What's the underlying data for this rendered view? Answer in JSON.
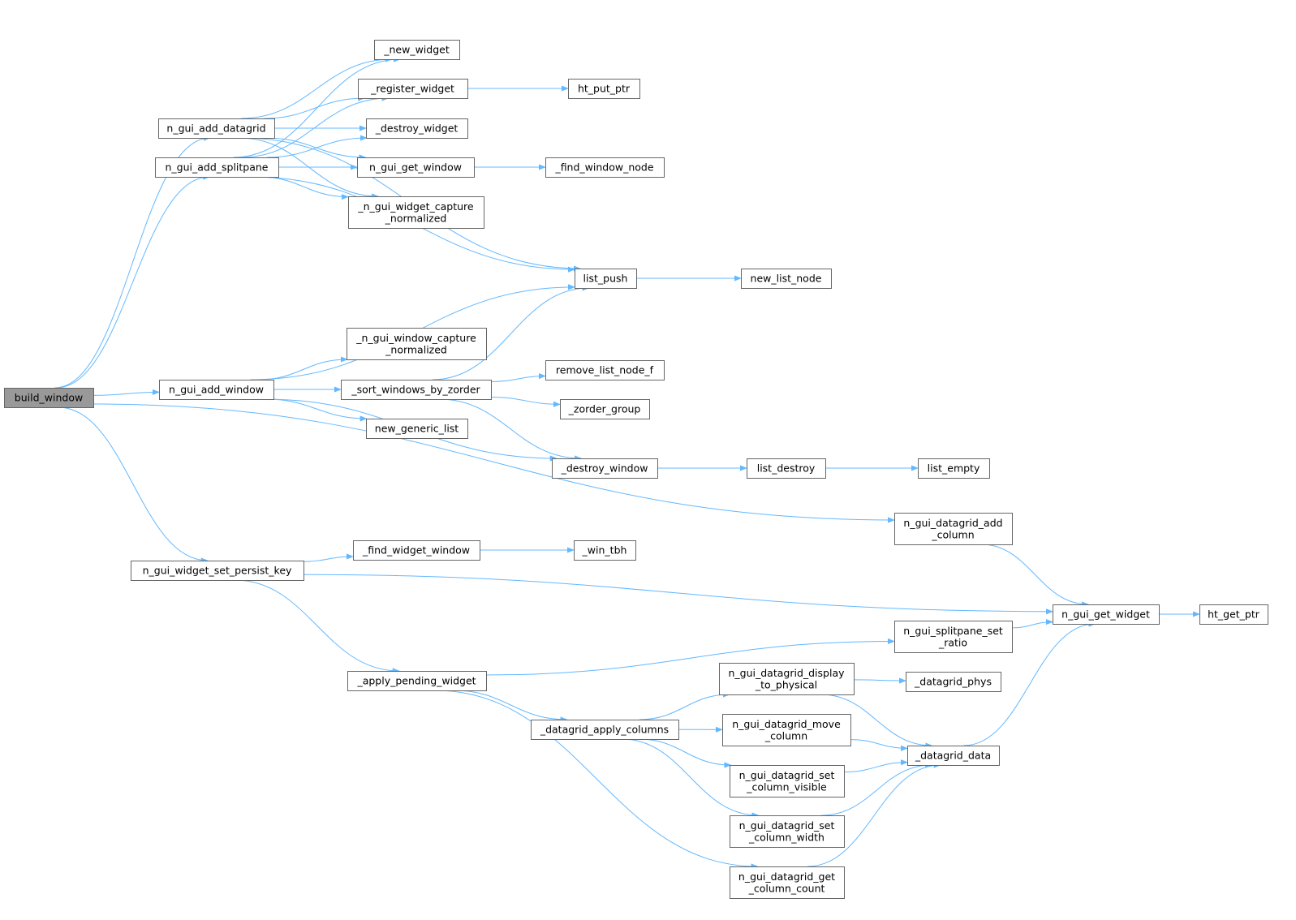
{
  "diagram": {
    "type": "call-graph",
    "colors": {
      "edge": "#63b8ff",
      "node_border": "#666666",
      "node_fill": "#ffffff",
      "root_fill": "#999999"
    },
    "nodes": [
      {
        "id": "build_window",
        "lines": [
          "build_window"
        ],
        "root": true
      },
      {
        "id": "n_gui_add_datagrid",
        "lines": [
          "n_gui_add_datagrid"
        ]
      },
      {
        "id": "n_gui_add_splitpane",
        "lines": [
          "n_gui_add_splitpane"
        ]
      },
      {
        "id": "n_gui_add_window",
        "lines": [
          "n_gui_add_window"
        ]
      },
      {
        "id": "n_gui_widget_set_persist_key",
        "lines": [
          "n_gui_widget_set_persist_key"
        ]
      },
      {
        "id": "_new_widget",
        "lines": [
          "_new_widget"
        ]
      },
      {
        "id": "_register_widget",
        "lines": [
          "_register_widget"
        ]
      },
      {
        "id": "_destroy_widget",
        "lines": [
          "_destroy_widget"
        ]
      },
      {
        "id": "n_gui_get_window",
        "lines": [
          "n_gui_get_window"
        ]
      },
      {
        "id": "_n_gui_widget_capture_normalized",
        "lines": [
          "_n_gui_widget_capture",
          "_normalized"
        ]
      },
      {
        "id": "_n_gui_window_capture_normalized",
        "lines": [
          "_n_gui_window_capture",
          "_normalized"
        ]
      },
      {
        "id": "_sort_windows_by_zorder",
        "lines": [
          "_sort_windows_by_zorder"
        ]
      },
      {
        "id": "new_generic_list",
        "lines": [
          "new_generic_list"
        ]
      },
      {
        "id": "_find_widget_window",
        "lines": [
          "_find_widget_window"
        ]
      },
      {
        "id": "_apply_pending_widget",
        "lines": [
          "_apply_pending_widget"
        ]
      },
      {
        "id": "ht_put_ptr",
        "lines": [
          "ht_put_ptr"
        ]
      },
      {
        "id": "_find_window_node",
        "lines": [
          "_find_window_node"
        ]
      },
      {
        "id": "list_push",
        "lines": [
          "list_push"
        ]
      },
      {
        "id": "remove_list_node_f",
        "lines": [
          "remove_list_node_f"
        ]
      },
      {
        "id": "_zorder_group",
        "lines": [
          "_zorder_group"
        ]
      },
      {
        "id": "_destroy_window",
        "lines": [
          "_destroy_window"
        ]
      },
      {
        "id": "_win_tbh",
        "lines": [
          "_win_tbh"
        ]
      },
      {
        "id": "_datagrid_apply_columns",
        "lines": [
          "_datagrid_apply_columns"
        ]
      },
      {
        "id": "new_list_node",
        "lines": [
          "new_list_node"
        ]
      },
      {
        "id": "list_destroy",
        "lines": [
          "list_destroy"
        ]
      },
      {
        "id": "n_gui_datagrid_display_to_physical",
        "lines": [
          "n_gui_datagrid_display",
          "_to_physical"
        ]
      },
      {
        "id": "n_gui_datagrid_move_column",
        "lines": [
          "n_gui_datagrid_move",
          "_column"
        ]
      },
      {
        "id": "n_gui_datagrid_set_column_visible",
        "lines": [
          "n_gui_datagrid_set",
          "_column_visible"
        ]
      },
      {
        "id": "n_gui_datagrid_set_column_width",
        "lines": [
          "n_gui_datagrid_set",
          "_column_width"
        ]
      },
      {
        "id": "n_gui_datagrid_get_column_count",
        "lines": [
          "n_gui_datagrid_get",
          "_column_count"
        ]
      },
      {
        "id": "n_gui_datagrid_add_column",
        "lines": [
          "n_gui_datagrid_add",
          "_column"
        ]
      },
      {
        "id": "n_gui_splitpane_set_ratio",
        "lines": [
          "n_gui_splitpane_set",
          "_ratio"
        ]
      },
      {
        "id": "_datagrid_phys",
        "lines": [
          "_datagrid_phys"
        ]
      },
      {
        "id": "_datagrid_data",
        "lines": [
          "_datagrid_data"
        ]
      },
      {
        "id": "list_empty",
        "lines": [
          "list_empty"
        ]
      },
      {
        "id": "n_gui_get_widget",
        "lines": [
          "n_gui_get_widget"
        ]
      },
      {
        "id": "ht_get_ptr",
        "lines": [
          "ht_get_ptr"
        ]
      }
    ],
    "edges": [
      [
        "build_window",
        "n_gui_add_datagrid"
      ],
      [
        "build_window",
        "n_gui_add_splitpane"
      ],
      [
        "build_window",
        "n_gui_add_window"
      ],
      [
        "build_window",
        "n_gui_widget_set_persist_key"
      ],
      [
        "build_window",
        "n_gui_datagrid_add_column"
      ],
      [
        "n_gui_add_datagrid",
        "_new_widget"
      ],
      [
        "n_gui_add_datagrid",
        "_register_widget"
      ],
      [
        "n_gui_add_datagrid",
        "_destroy_widget"
      ],
      [
        "n_gui_add_datagrid",
        "n_gui_get_window"
      ],
      [
        "n_gui_add_datagrid",
        "_n_gui_widget_capture_normalized"
      ],
      [
        "n_gui_add_datagrid",
        "list_push"
      ],
      [
        "n_gui_add_splitpane",
        "_new_widget"
      ],
      [
        "n_gui_add_splitpane",
        "_register_widget"
      ],
      [
        "n_gui_add_splitpane",
        "_destroy_widget"
      ],
      [
        "n_gui_add_splitpane",
        "n_gui_get_window"
      ],
      [
        "n_gui_add_splitpane",
        "_n_gui_widget_capture_normalized"
      ],
      [
        "n_gui_add_splitpane",
        "list_push"
      ],
      [
        "_register_widget",
        "ht_put_ptr"
      ],
      [
        "n_gui_get_window",
        "_find_window_node"
      ],
      [
        "n_gui_add_window",
        "list_push"
      ],
      [
        "n_gui_add_window",
        "_n_gui_window_capture_normalized"
      ],
      [
        "n_gui_add_window",
        "_sort_windows_by_zorder"
      ],
      [
        "n_gui_add_window",
        "new_generic_list"
      ],
      [
        "n_gui_add_window",
        "_destroy_window"
      ],
      [
        "_sort_windows_by_zorder",
        "list_push"
      ],
      [
        "_sort_windows_by_zorder",
        "remove_list_node_f"
      ],
      [
        "_sort_windows_by_zorder",
        "_zorder_group"
      ],
      [
        "_sort_windows_by_zorder",
        "_destroy_window"
      ],
      [
        "list_push",
        "new_list_node"
      ],
      [
        "_destroy_window",
        "list_destroy"
      ],
      [
        "list_destroy",
        "list_empty"
      ],
      [
        "n_gui_widget_set_persist_key",
        "_find_widget_window"
      ],
      [
        "n_gui_widget_set_persist_key",
        "n_gui_get_widget"
      ],
      [
        "n_gui_widget_set_persist_key",
        "_apply_pending_widget"
      ],
      [
        "_find_widget_window",
        "_win_tbh"
      ],
      [
        "_apply_pending_widget",
        "n_gui_splitpane_set_ratio"
      ],
      [
        "_apply_pending_widget",
        "_datagrid_apply_columns"
      ],
      [
        "_apply_pending_widget",
        "n_gui_datagrid_get_column_count"
      ],
      [
        "_datagrid_apply_columns",
        "n_gui_datagrid_display_to_physical"
      ],
      [
        "_datagrid_apply_columns",
        "n_gui_datagrid_move_column"
      ],
      [
        "_datagrid_apply_columns",
        "n_gui_datagrid_set_column_visible"
      ],
      [
        "_datagrid_apply_columns",
        "n_gui_datagrid_set_column_width"
      ],
      [
        "n_gui_datagrid_display_to_physical",
        "_datagrid_phys"
      ],
      [
        "n_gui_datagrid_display_to_physical",
        "_datagrid_data"
      ],
      [
        "n_gui_datagrid_move_column",
        "_datagrid_data"
      ],
      [
        "n_gui_datagrid_set_column_visible",
        "_datagrid_data"
      ],
      [
        "n_gui_datagrid_set_column_width",
        "_datagrid_data"
      ],
      [
        "n_gui_datagrid_get_column_count",
        "_datagrid_data"
      ],
      [
        "n_gui_datagrid_add_column",
        "n_gui_get_widget"
      ],
      [
        "n_gui_splitpane_set_ratio",
        "n_gui_get_widget"
      ],
      [
        "_datagrid_data",
        "n_gui_get_widget"
      ],
      [
        "n_gui_get_widget",
        "ht_get_ptr"
      ]
    ]
  }
}
